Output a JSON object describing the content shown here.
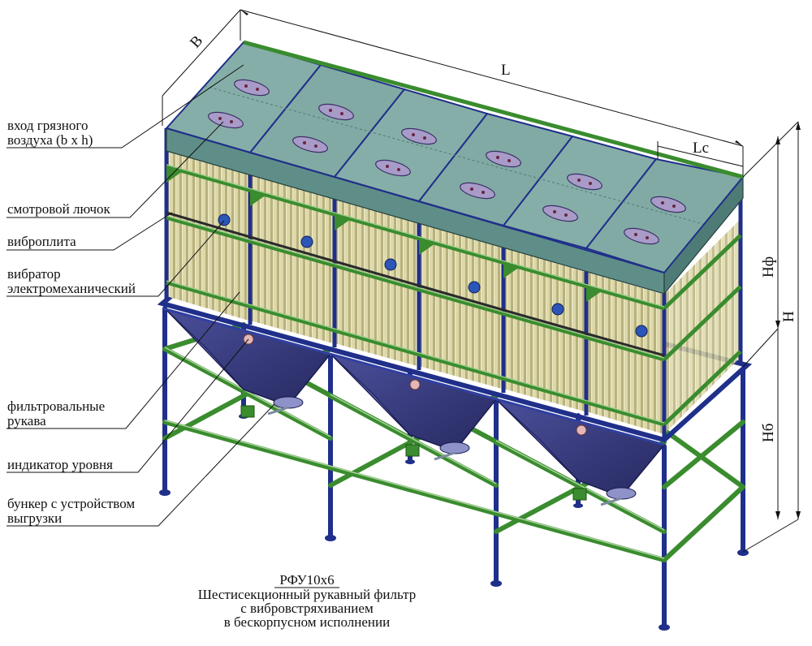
{
  "callouts": [
    {
      "lines": [
        "вход грязного",
        "воздуха (b x h)"
      ]
    },
    {
      "lines": [
        "смотровой лючок"
      ]
    },
    {
      "lines": [
        "виброплита"
      ]
    },
    {
      "lines": [
        "вибратор",
        "электромеханический"
      ]
    },
    {
      "lines": [
        "фильтровальные",
        "рукава"
      ]
    },
    {
      "lines": [
        "индикатор уровня"
      ]
    },
    {
      "lines": [
        "бункер с устройством",
        "выгрузки"
      ]
    }
  ],
  "dimensions": {
    "length": "L",
    "width": "B",
    "section_length": "Lc",
    "filter_height": "Hф",
    "total_height": "H",
    "bunker_height": "Hб"
  },
  "caption": {
    "model": "РФУ10х6",
    "line1": "Шестисекционный рукавный фильтр",
    "line2": "с вибровстряхиванием",
    "line3": "в бескорпусном исполнении"
  },
  "colors": {
    "roof": "#7fa8a2",
    "roof_front": "#5f8e88",
    "frame_blue": "#1f2f8a",
    "frame_green": "#3a8c2e",
    "bags": "#d9d5a8",
    "bags_shadow": "#b9b27e",
    "hopper": "#3b3f86",
    "hopper_dark": "#2a2d66"
  }
}
